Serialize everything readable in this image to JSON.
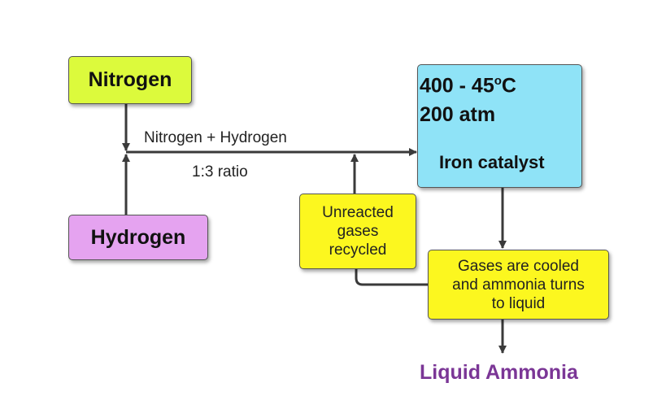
{
  "colors": {
    "nitrogen_fill": "#dcfa3c",
    "hydrogen_fill": "#e5a3f0",
    "reactor_fill": "#8fe3f7",
    "process_fill": "#fcf71f",
    "product_text": "#7b3696",
    "line": "#3a3a3a"
  },
  "inputs": {
    "nitrogen": "Nitrogen",
    "hydrogen": "Hydrogen"
  },
  "feed": {
    "label": "Nitrogen + Hydrogen",
    "ratio": "1:3 ratio"
  },
  "reactor": {
    "temperature_prefix": "400 - 45",
    "temperature_degree": "o",
    "temperature_unit": "C",
    "pressure": "200 atm",
    "catalyst": "Iron catalyst"
  },
  "recycle": {
    "line1": "Unreacted",
    "line2": "gases",
    "line3": "recycled"
  },
  "cooling": {
    "line1": "Gases are cooled",
    "line2": "and ammonia turns",
    "line3": "to liquid"
  },
  "product": "Liquid Ammonia"
}
